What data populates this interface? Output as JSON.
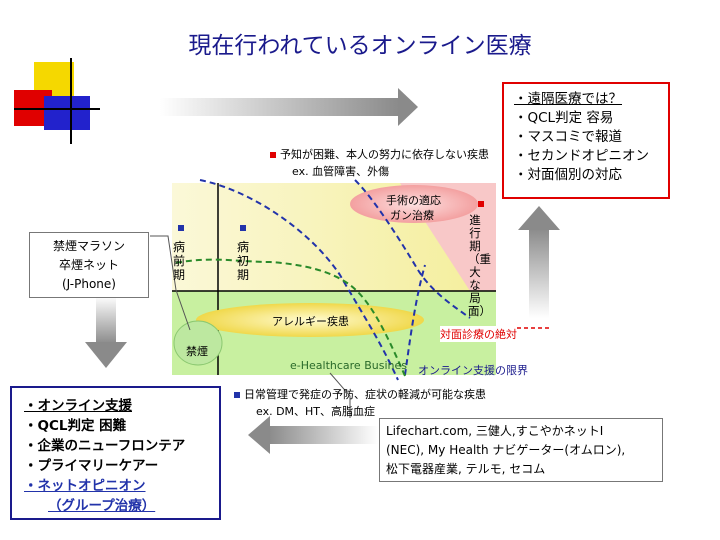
{
  "title": {
    "main": "現在行われている",
    "emphasis": "オンライン医療"
  },
  "legend_top": {
    "line1": "予知が困難、本人の努力に依存しない疾患",
    "line2": "ex. 血管障害、外傷"
  },
  "legend_bottom": {
    "line1": "日常管理で発症の予防、症状の軽減が可能な疾患",
    "line2": "ex. DM、HT、高脂血症"
  },
  "red_box": {
    "items": [
      "・遠隔医療では？",
      "・QCL判定 容易",
      "・マスコミで報道",
      "・セカンドオピニオン",
      "・対面個別の対応"
    ]
  },
  "blue_box": {
    "items": [
      "・オンライン支援",
      "・QCL判定 困難",
      "・企業のニューフロンテア",
      "・プライマリーケアー",
      "・ネットオピニオン",
      "（グループ治療）"
    ]
  },
  "gray_box": {
    "lines": [
      "禁煙マラソン",
      "卒煙ネット",
      "(J-Phone)"
    ]
  },
  "company_box": {
    "lines": [
      "Lifechart.com, 三健人,すこやかネットI",
      "(NEC), My Health ナビゲーター(オムロン),",
      "松下電器産業, テルモ, セコム"
    ]
  },
  "diagram": {
    "stage_pre": "病前期",
    "stage_early": "病初期",
    "stage_advanced": "進行期（重大な局面）",
    "surgery_line1": "手術の適応",
    "surgery_line2": "ガン治療",
    "allergy": "アレルギー疾患",
    "quit_smoking": "禁煙",
    "face_to_face": "対面診療の絶対",
    "ehealth": "e-Healthcare Busines",
    "online_limit": "オンライン支援の限界"
  },
  "colors": {
    "red": "#e00000",
    "blue": "#1a1a8c",
    "yellow": "#f5d800",
    "green_zone": "#c8f0a0",
    "yellow_zone": "#f6f2a8",
    "pink_zone": "#f8c8c8"
  }
}
